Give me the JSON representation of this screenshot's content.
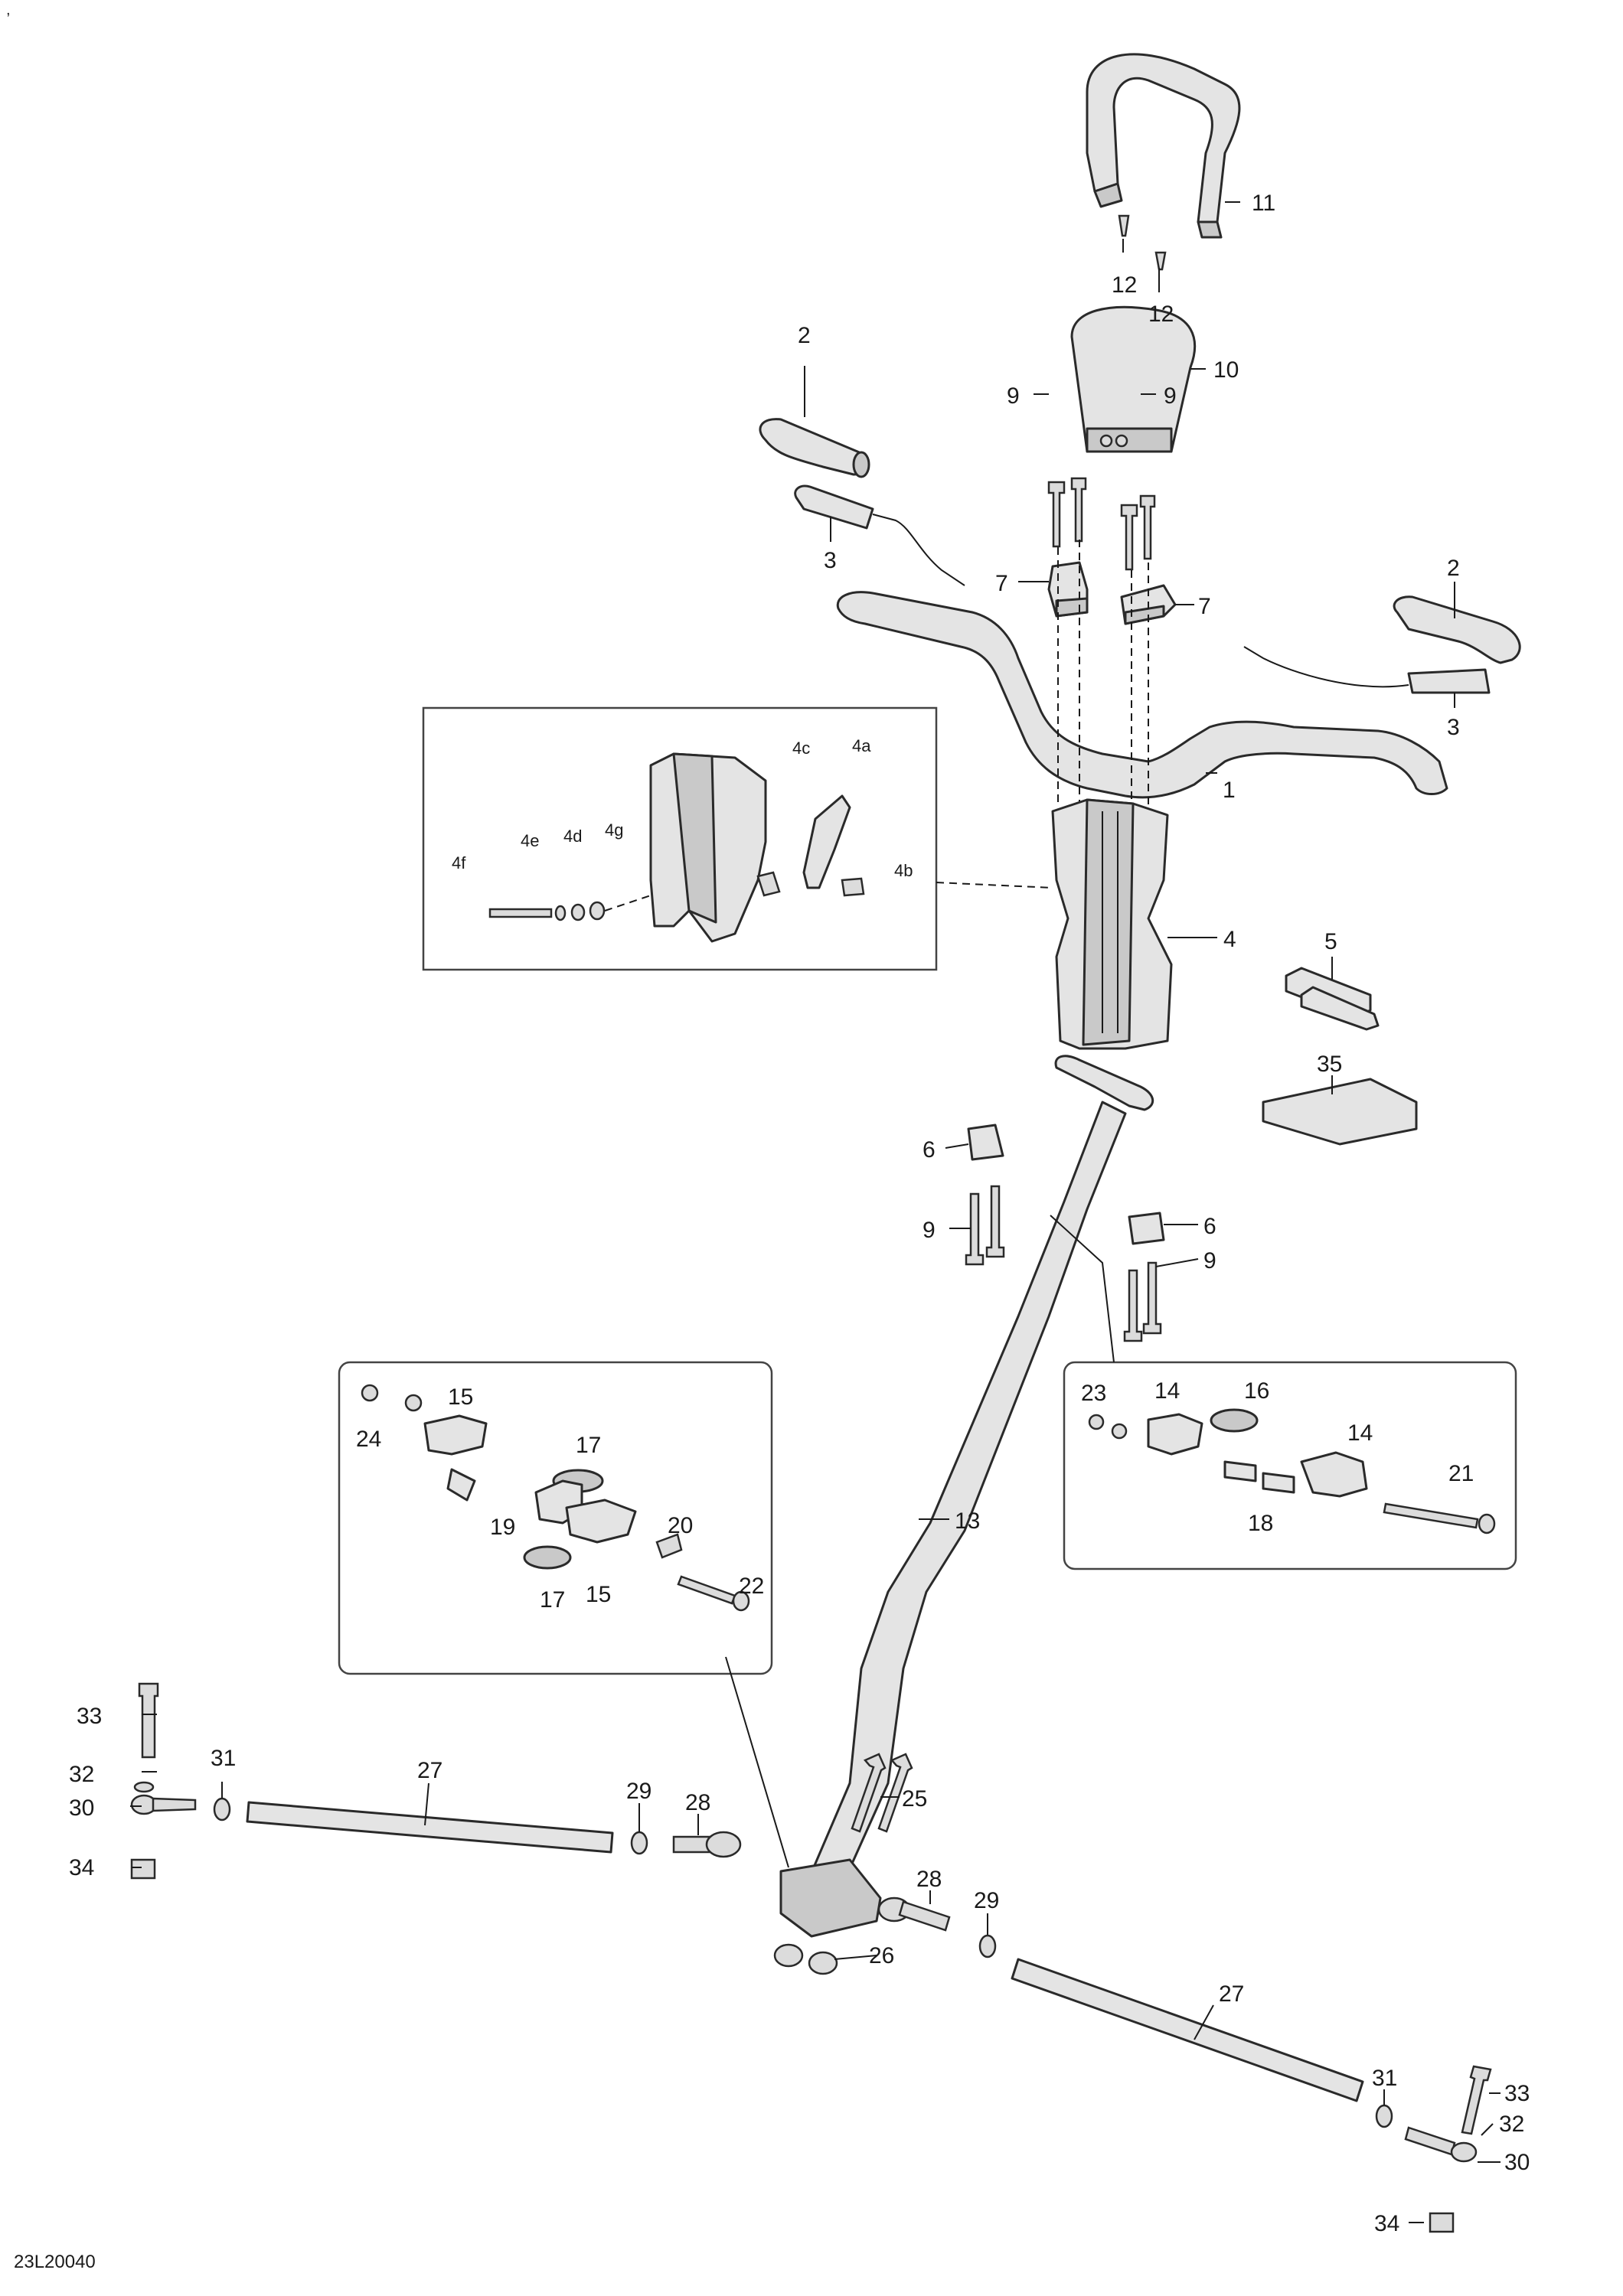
{
  "corner_mark": ",",
  "reference_code": "23L20040",
  "callouts": {
    "c1": "1",
    "c2a": "2",
    "c2b": "2",
    "c3a": "3",
    "c3b": "3",
    "c4": "4",
    "c4a": "4a",
    "c4b": "4b",
    "c4c": "4c",
    "c4d": "4d",
    "c4e": "4e",
    "c4f": "4f",
    "c4g": "4g",
    "c5": "5",
    "c6a": "6",
    "c6b": "6",
    "c7a": "7",
    "c7b": "7",
    "c9a": "9",
    "c9b": "9",
    "c9c": "9",
    "c9d": "9",
    "c10": "10",
    "c11": "11",
    "c12a": "12",
    "c12b": "12",
    "c13": "13",
    "c14a": "14",
    "c14b": "14",
    "c15a": "15",
    "c15b": "15",
    "c16": "16",
    "c17a": "17",
    "c17b": "17",
    "c18": "18",
    "c19": "19",
    "c20": "20",
    "c21": "21",
    "c22": "22",
    "c23": "23",
    "c24": "24",
    "c25": "25",
    "c26": "26",
    "c27a": "27",
    "c27b": "27",
    "c28a": "28",
    "c28b": "28",
    "c29a": "29",
    "c29b": "29",
    "c30a": "30",
    "c30b": "30",
    "c31a": "31",
    "c31b": "31",
    "c32a": "32",
    "c32b": "32",
    "c33a": "33",
    "c33b": "33",
    "c34a": "34",
    "c34b": "34",
    "c35": "35"
  },
  "colors": {
    "line": "#2a2a2a",
    "part_fill": "#e4e4e4",
    "part_shade": "#c9c9c9",
    "background": "#ffffff"
  }
}
